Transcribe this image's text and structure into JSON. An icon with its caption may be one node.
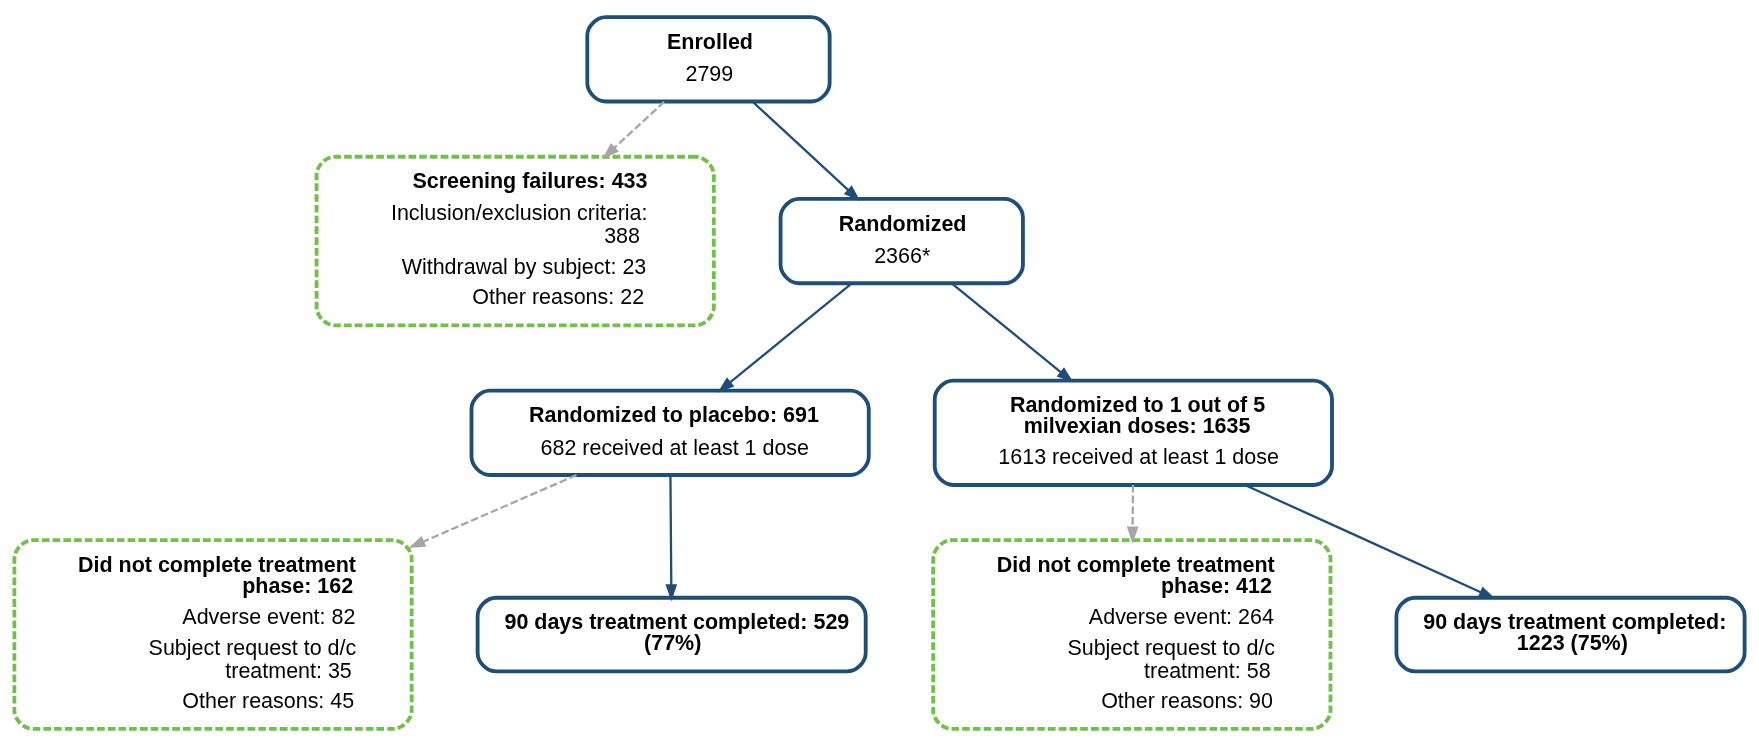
{
  "diagram": {
    "nodes": [
      {
        "text": [
          "Enrolled",
          "2799"
        ]
      },
      {
        "text": [
          "Screening failures: 433",
          "Inclusion/exclusion criteria: 388",
          "Withdrawal by subject: 23",
          "Other reasons: 22"
        ]
      },
      {
        "text": [
          "Randomized",
          "2366*"
        ]
      },
      {
        "text": [
          "Randomized to placebo: 691",
          "682 received at least 1 dose"
        ]
      },
      {
        "text": [
          "Randomized to 1 out of 5 milvexian doses: 1635",
          "1613 received at least 1 dose"
        ]
      },
      {
        "text": [
          "Did not complete treatment phase: 162",
          "Adverse event: 82",
          "Subject request to d/c treatment: 35",
          "Other reasons: 45"
        ]
      },
      {
        "text": [
          "Did not complete treatment phase: 412",
          "Adverse event: 264",
          "Subject request to d/c treatment: 58",
          "Other reasons: 90"
        ]
      },
      {
        "text": [
          "90 days treatment completed: 529 (77%)"
        ]
      },
      {
        "text": [
          "90 days treatment completed: 1223 (75%)"
        ]
      }
    ],
    "edges": [
      {
        "from": 0,
        "to": 2,
        "arrow": "to"
      },
      {
        "from": 0,
        "to": 1,
        "arrow": "to",
        "style": "dashed",
        "color": "#a6a6a6"
      },
      {
        "from": 2,
        "to": 3,
        "arrow": "to"
      },
      {
        "from": 2,
        "to": 4,
        "arrow": "to"
      },
      {
        "from": 3,
        "to": 5,
        "arrow": "to",
        "style": "dashed",
        "color": "#a6a6a6"
      },
      {
        "from": 3,
        "to": 7,
        "arrow": "to"
      },
      {
        "from": 4,
        "to": 6,
        "arrow": "to",
        "style": "dashed",
        "color": "#a6a6a6"
      },
      {
        "from": 4,
        "to": 8,
        "arrow": "to"
      }
    ]
  }
}
